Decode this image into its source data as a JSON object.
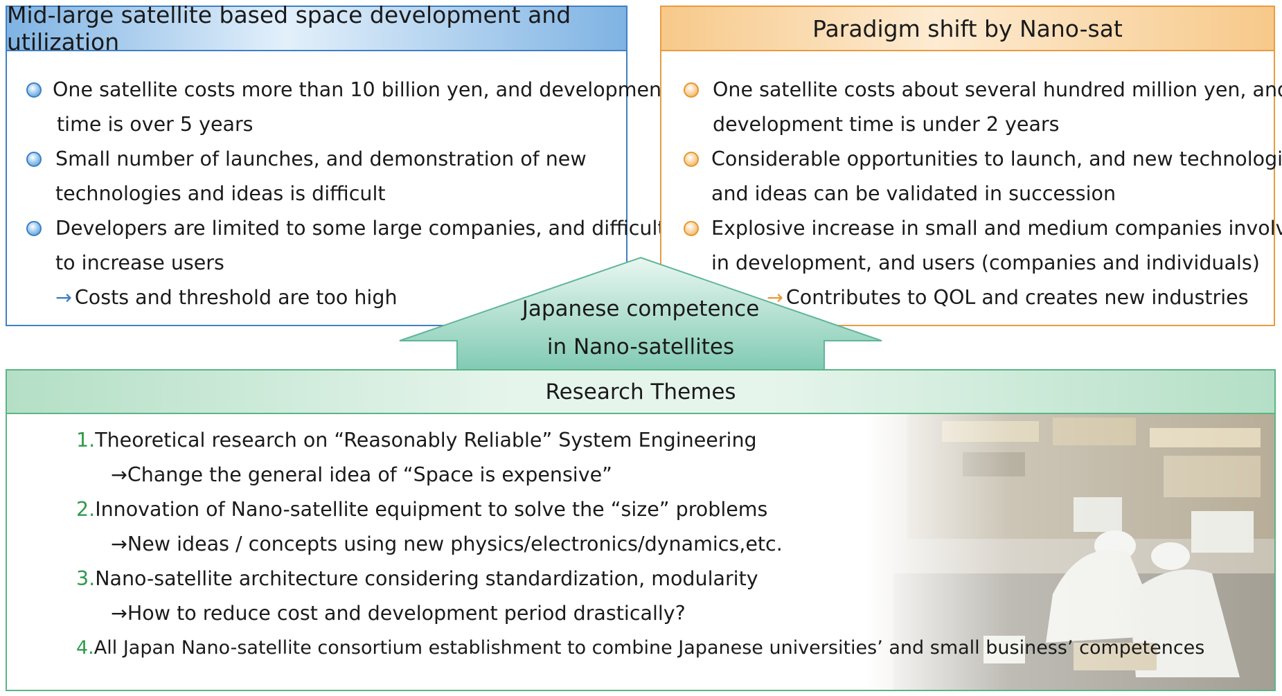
{
  "left_panel": {
    "title": "Mid-large satellite based space development and utilization",
    "items": [
      {
        "line1": "One satellite costs more than 10 billion yen, and development",
        "line2": "time is over 5 years"
      },
      {
        "line1": "Small number of launches, and demonstration of new",
        "line2": "technologies and ideas is difficult"
      },
      {
        "line1": "Developers are limited to some large companies, and difficult",
        "line2": "to increase users"
      }
    ],
    "arrow_symbol": "→",
    "conclusion": "Costs and threshold are too high",
    "accent_color": "#3f7fc1"
  },
  "right_panel": {
    "title": "Paradigm shift by Nano-sat",
    "items": [
      {
        "line1": "One satellite costs about several hundred million yen, and",
        "line2": "development time is under 2 years"
      },
      {
        "line1": "Considerable opportunities to launch, and new technologies",
        "line2": "and ideas can be validated in succession"
      },
      {
        "line1": "Explosive increase in small and medium companies involved",
        "line2": "in development, and users (companies and individuals)"
      }
    ],
    "arrow_symbol": "→",
    "conclusion": "Contributes to QOL and creates new industries",
    "accent_color": "#e99b3f"
  },
  "center_arrow": {
    "line1": "Japanese competence",
    "line2": "in Nano-satellites",
    "color": "#7cc8b0"
  },
  "research": {
    "title": "Research Themes",
    "themes": [
      {
        "num": "1.",
        "text": "Theoretical research on “Reasonably Reliable” System Engineering",
        "sub": "→Change the general idea of “Space is expensive”"
      },
      {
        "num": "2.",
        "text": "Innovation of Nano-satellite  equipment to solve the “size” problems",
        "sub": "→New ideas / concepts using new physics/electronics/dynamics,etc."
      },
      {
        "num": "3.",
        "text": "Nano-satellite architecture considering standardization, modularity",
        "sub": "→How to reduce cost and development period drastically?"
      },
      {
        "num": "4.",
        "text": "All Japan Nano-satellite consortium establishment to combine Japanese universities’ and small business’ competences",
        "sub": ""
      }
    ],
    "accent_color": "#5ab585"
  }
}
